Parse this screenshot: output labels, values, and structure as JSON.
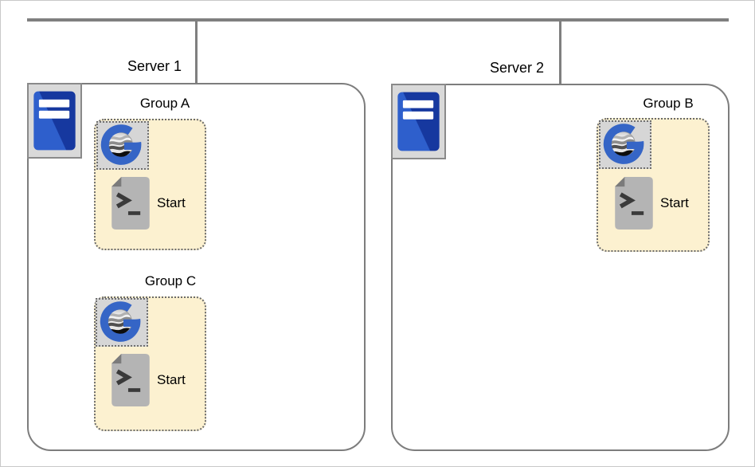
{
  "diagram": {
    "network": {
      "bus": "network-bus",
      "line_color": "#7f7f7f"
    },
    "servers": [
      {
        "label": "Server 1",
        "icon": "server-tower-icon"
      },
      {
        "label": "Server 2",
        "icon": "server-tower-icon"
      }
    ],
    "groups": [
      {
        "name": "Group A",
        "host": "Server 1",
        "app_icon": "g-globe-logo-icon",
        "script_icon": "script-file-icon",
        "script_label": "Start"
      },
      {
        "name": "Group B",
        "host": "Server 2",
        "app_icon": "g-globe-logo-icon",
        "script_icon": "script-file-icon",
        "script_label": "Start"
      },
      {
        "name": "Group C",
        "host": "Server 1",
        "app_icon": "g-globe-logo-icon",
        "script_icon": "script-file-icon",
        "script_label": "Start"
      }
    ],
    "colors": {
      "group_fill": "#fcf1d0",
      "group_border": "#6b6b6b",
      "icon_tile_fill": "#d6d6d6",
      "server_box_border": "#7d7d7d",
      "server_blue_dark": "#16389f",
      "server_blue_light": "#2e5fcc",
      "g_logo_blue": "#3565c6",
      "script_gray": "#b4b4b4",
      "line_gray": "#7f7f7f"
    }
  }
}
